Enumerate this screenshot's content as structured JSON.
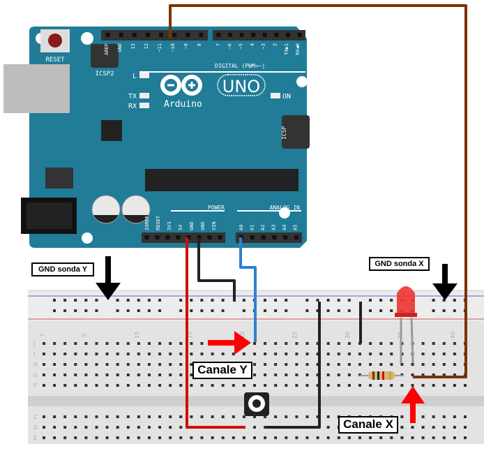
{
  "arduino": {
    "reset_label": "RESET",
    "icsp2_label": "ICSP2",
    "icsp_label": "ICSP",
    "digital_label": "DIGITAL (PWM=~)",
    "digital_pins": [
      "AREF",
      "GND",
      "13",
      "12",
      "~11",
      "~10",
      "~9",
      "8",
      "7",
      "~6",
      "~5",
      "4",
      "~3",
      "2",
      "TX▶1",
      "RX◀0"
    ],
    "led_l": "L",
    "led_tx": "TX",
    "led_rx": "RX",
    "led_on": "ON",
    "brand": "Arduino",
    "model": "UNO",
    "power_label": "POWER",
    "power_pins": [
      "IOREF",
      "RESET",
      "3V3",
      "5V",
      "GND",
      "GND",
      "VIN"
    ],
    "analog_label": "ANALOG IN",
    "analog_pins": [
      "A0",
      "A1",
      "A2",
      "A3",
      "A4",
      "A5"
    ],
    "color": "#207c97"
  },
  "breadboard": {
    "column_numbers": [
      "1",
      "5",
      "10",
      "15",
      "20",
      "25",
      "30",
      "35",
      "40"
    ],
    "row_letters_top": [
      "J",
      "I",
      "H",
      "G",
      "F"
    ],
    "row_letters_bottom": [
      "E",
      "D",
      "C"
    ]
  },
  "labels": {
    "gnd_y": "GND sonda Y",
    "gnd_x": "GND sonda X",
    "canale_y": "Canale Y",
    "canale_x": "Canale X"
  },
  "wire_colors": {
    "brown": "#7a3300",
    "red": "#cc1100",
    "black": "#222222",
    "blue": "#2f7fd6"
  }
}
